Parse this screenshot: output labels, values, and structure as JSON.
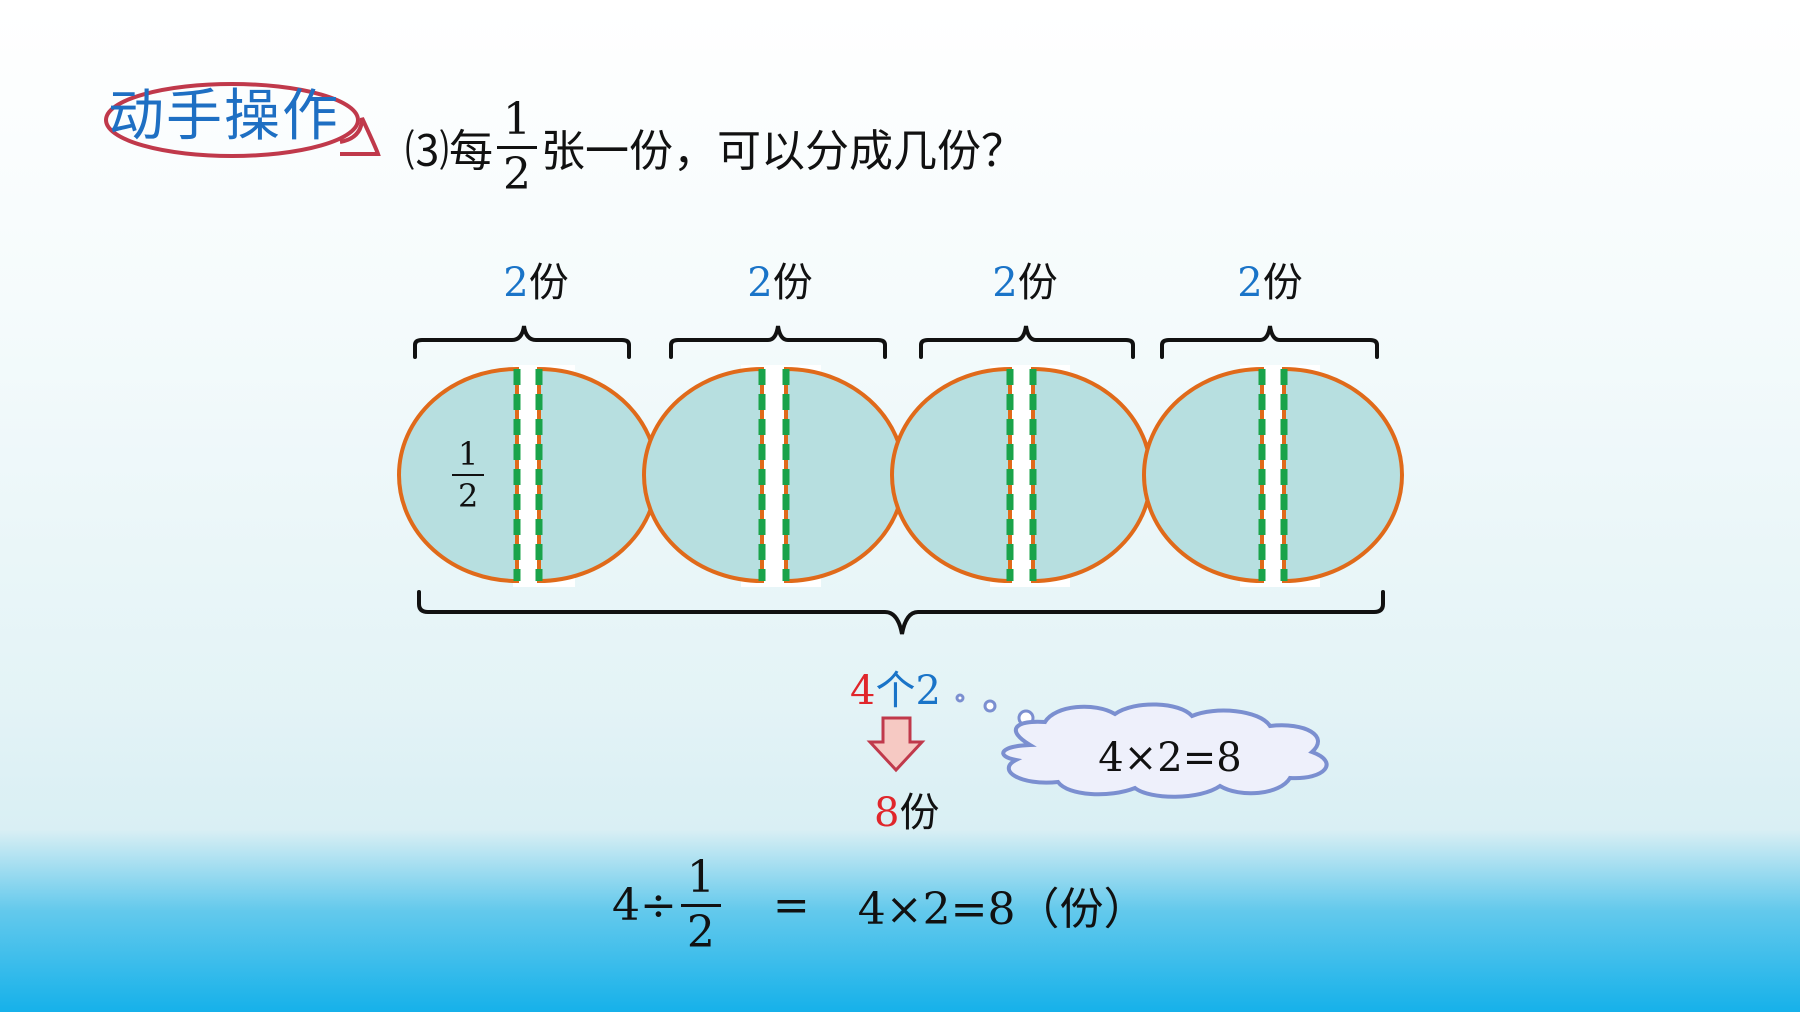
{
  "badge": {
    "label": "动手操作",
    "border_color": "#c0394b",
    "text_color": "#1e6fc3"
  },
  "question": {
    "prefix": "⑶每",
    "fraction": {
      "numerator": "1",
      "denominator": "2"
    },
    "suffix": "张一份，可以分成几份？"
  },
  "groups": [
    {
      "count": "2",
      "unit": "份"
    },
    {
      "count": "2",
      "unit": "份"
    },
    {
      "count": "2",
      "unit": "份"
    },
    {
      "count": "2",
      "unit": "份"
    }
  ],
  "half_label": {
    "numerator": "1",
    "denominator": "2"
  },
  "total": {
    "times": "4",
    "measure": "个",
    "value": "2"
  },
  "thought_bubble": {
    "text": "4×2=8"
  },
  "result": {
    "count": "8",
    "unit": "份"
  },
  "equation": {
    "dividend": "4÷",
    "fraction": {
      "numerator": "1",
      "denominator": "2"
    },
    "equals": "=",
    "rhs": "4×2=8（份）"
  },
  "colors": {
    "circle_fill": "#b7dfe0",
    "circle_stroke": "#e06a1a",
    "cut_line": "#1aa34a",
    "accent_blue": "#1a74c8",
    "accent_red": "#e0262b",
    "cloud_fill": "#eef0fb",
    "cloud_stroke": "#7b8fd0"
  }
}
